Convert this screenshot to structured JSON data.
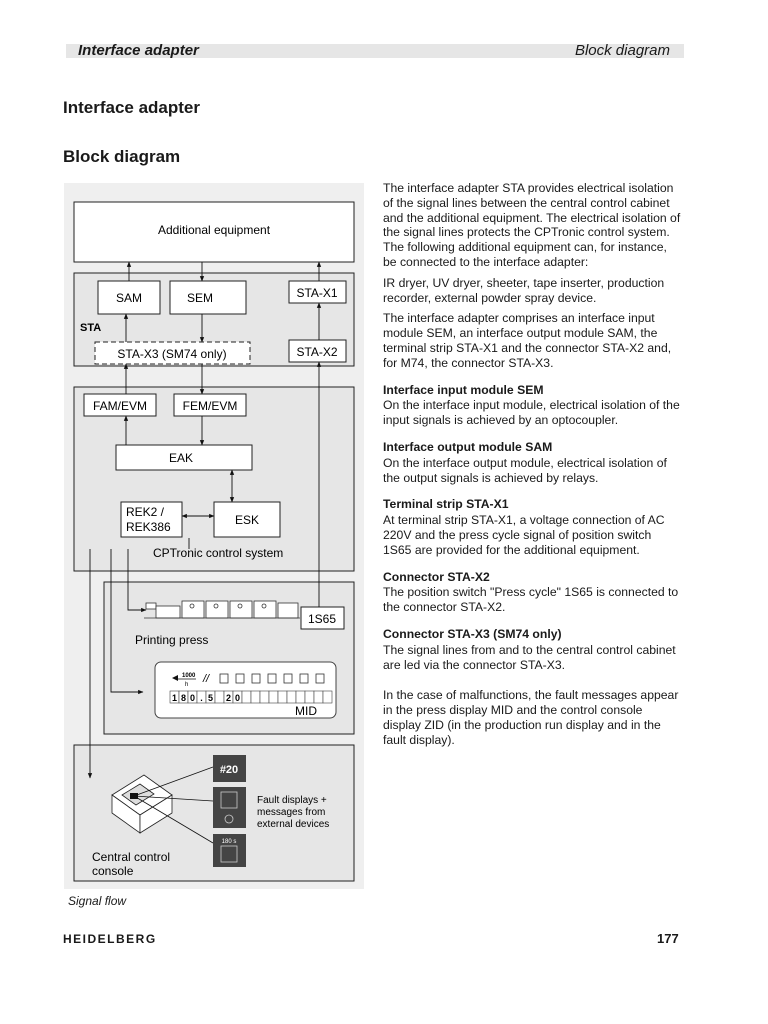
{
  "header": {
    "left": "Interface adapter",
    "right": "Block diagram"
  },
  "title": "Interface adapter",
  "subtitle": "Block diagram",
  "diagram": {
    "additional_equipment": "Additional equipment",
    "sam": "SAM",
    "sem": "SEM",
    "sta_x1": "STA-X1",
    "sta": "STA",
    "sta_x3": "STA-X3 (SM74 only)",
    "sta_x2": "STA-X2",
    "fam_evm": "FAM/EVM",
    "fem_evm": "FEM/EVM",
    "eak": "EAK",
    "rek2": "REK2 /",
    "rek386": "REK386",
    "esk": "ESK",
    "cptronic": "CPTronic control system",
    "s165": "1S65",
    "printing_press": "Printing press",
    "mid": "MID",
    "mid_speed": "1000",
    "mid_unit": "h",
    "mid_digits": [
      "1",
      "8",
      "0",
      ".",
      "5",
      "",
      "2",
      "0"
    ],
    "fault_displays_1": "Fault displays +",
    "fault_displays_2": "messages from",
    "fault_displays_3": "external devices",
    "console_1": "Central control",
    "console_2": "console",
    "zid_counter": "#20",
    "zid_small": "180 s"
  },
  "caption": "Signal flow",
  "footer": {
    "logo": "HEIDELBERG",
    "page": "177"
  },
  "text": {
    "intro": "The interface adapter STA provides electrical isolation of the signal lines between the central control cabinet and the additional equipment. The electrical isolation of the signal lines protects the CPTronic control system. The following additional equipment can, for instance, be connected to the interface adapter:",
    "list": "IR dryer, UV dryer, sheeter, tape inserter, production recorder, external powder spray device.",
    "comprises": "The interface adapter comprises an interface input module SEM, an interface output module SAM, the terminal strip STA-X1 and the connector STA-X2 and, for M74, the connector STA-X3.",
    "h_sem": "Interface input module SEM",
    "p_sem": "On the interface input module, electrical isolation of the input signals is achieved by an optocoupler.",
    "h_sam": "Interface output module SAM",
    "p_sam": "On the interface output module, electrical isolation of the output signals is achieved by relays.",
    "h_x1": "Terminal strip STA-X1",
    "p_x1": "At terminal strip STA-X1, a voltage connection of AC 220V and the press cycle signal of position switch 1S65 are provided for the additional equipment.",
    "h_x2": "Connector STA-X2",
    "p_x2": "The position switch \"Press cycle\" 1S65 is connected to the connector STA-X2.",
    "h_x3": "Connector STA-X3 (SM74 only)",
    "p_x3": "The signal lines from and to the central control cabinet are led via the connector STA-X3.",
    "p_fault": "In the case of malfunctions, the fault messages appear in the press display MID and the control console display ZID (in the production run display and in the fault display)."
  }
}
